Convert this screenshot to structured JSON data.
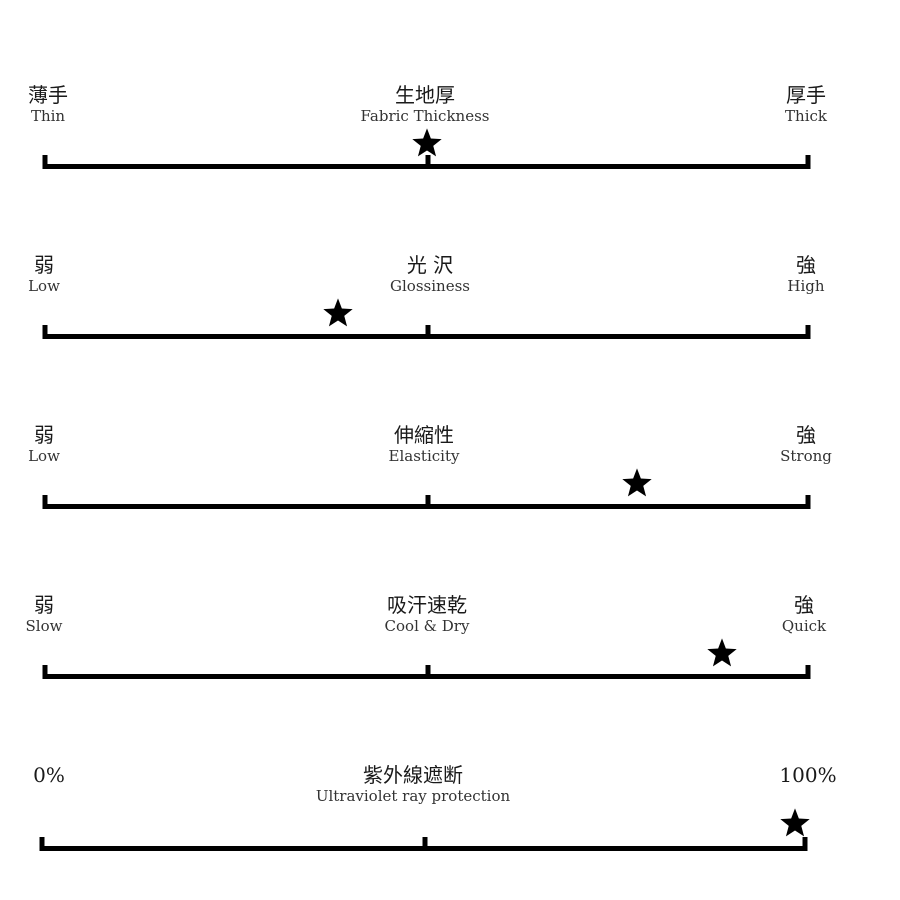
{
  "scales": [
    {
      "left": {
        "jp": "薄手",
        "en": "Thin"
      },
      "center": {
        "jp": "生地厚",
        "en": "Fabric Thickness"
      },
      "right": {
        "jp": "厚手",
        "en": "Thick"
      },
      "value": 0.5
    },
    {
      "left": {
        "jp": "弱",
        "en": "Low"
      },
      "center": {
        "jp": "光 沢",
        "en": "Glossiness"
      },
      "right": {
        "jp": "強",
        "en": "High"
      },
      "value": 0.385
    },
    {
      "left": {
        "jp": "弱",
        "en": "Low"
      },
      "center": {
        "jp": "伸縮性",
        "en": "Elasticity"
      },
      "right": {
        "jp": "強",
        "en": "Strong"
      },
      "value": 0.775
    },
    {
      "left": {
        "jp": "弱",
        "en": "Slow"
      },
      "center": {
        "jp": "吸汗速乾",
        "en": "Cool & Dry"
      },
      "right": {
        "jp": "強",
        "en": "Quick"
      },
      "value": 0.885
    },
    {
      "left": {
        "jp": "0%",
        "en": ""
      },
      "center": {
        "jp": "紫外線遮断",
        "en": "Ultraviolet ray protection"
      },
      "right": {
        "jp": "100%",
        "en": ""
      },
      "value": 0.985
    }
  ]
}
